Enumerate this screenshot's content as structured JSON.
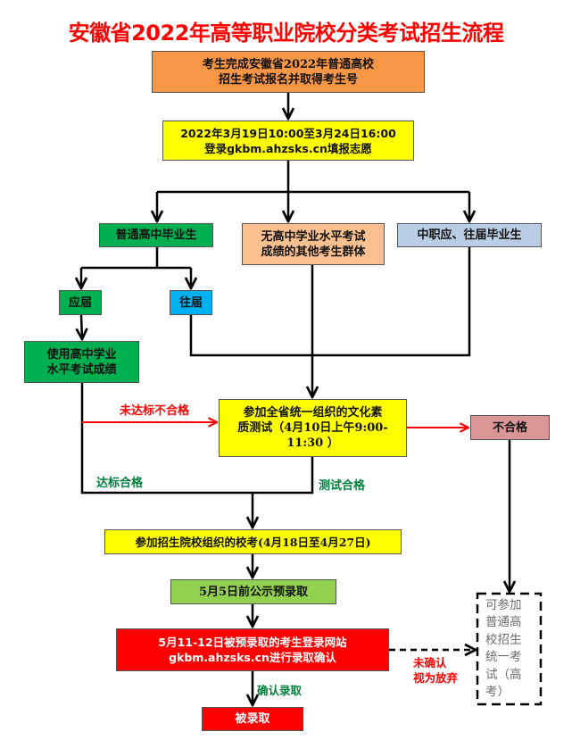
{
  "title": "安徽省2022年高等职业院校分类考试招生流程",
  "colors": {
    "title": "#ff0000",
    "orange": "#f79646",
    "yellow": "#ffff00",
    "green": "#00b050",
    "light_orange": "#fac090",
    "light_blue": "#b9cde5",
    "cyan": "#00b0f0",
    "rose": "#d99694",
    "light_green": "#92d050",
    "red": "#ff0000",
    "pass_label": "#00803c",
    "fail_label": "#ff0000"
  },
  "nodes": {
    "register": {
      "lines": [
        "考生完成安徽省2022年普通高校",
        "招生考试报名并取得考生号"
      ]
    },
    "apply": {
      "lines": [
        "2022年3月19日10:00至3月24日16:00",
        "登录gkbm.ahzsks.cn填报志愿"
      ]
    },
    "high_school_grads": {
      "lines": [
        "普通高中毕业生"
      ]
    },
    "no_score_group": {
      "lines": [
        "无高中学业水平考试",
        "成绩的其他考生群体"
      ]
    },
    "vocational_grads": {
      "lines": [
        "中职应、往届毕业生"
      ]
    },
    "current_year": {
      "lines": [
        "应届"
      ]
    },
    "previous_year": {
      "lines": [
        "往届"
      ]
    },
    "use_scores": {
      "lines": [
        "使用高中学业",
        "水平考试成绩"
      ]
    },
    "quality_test": {
      "lines": [
        "参加全省统一组织的文化素",
        "质测试（4月10日上午9:00-",
        "11:30 ）"
      ]
    },
    "fail": {
      "lines": [
        "不合格"
      ]
    },
    "campus_exam": {
      "lines": [
        "参加招生院校组织的校考(4月18日至4月27日)"
      ]
    },
    "publicize": {
      "lines": [
        "5月5日前公示预录取"
      ]
    },
    "confirm": {
      "lines": [
        "5月11-12日被预录取的考生登录网站",
        "gkbm.ahzsks.cn进行录取确认"
      ]
    },
    "admitted": {
      "lines": [
        "被录取"
      ]
    },
    "gaokao": {
      "lines": [
        "可参加",
        "普通高",
        "校招生",
        "统一考",
        "试（高",
        "考）"
      ]
    }
  },
  "edge_labels": {
    "not_qualified": "未达标不合格",
    "qualified": "达标合格",
    "test_passed": "测试合格",
    "confirmed": "确认录取",
    "unconfirmed_1": "未确认",
    "unconfirmed_2": "视为放弃"
  }
}
